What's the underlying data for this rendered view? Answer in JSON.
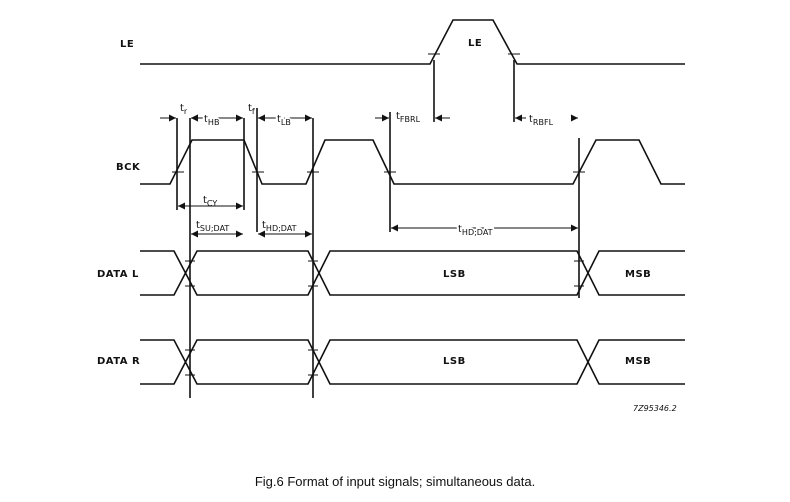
{
  "signals": {
    "le": "LE",
    "bck": "BCK",
    "data_l": "DATA L",
    "data_r": "DATA R"
  },
  "pulse_labels": {
    "le": "LE",
    "lsb": "LSB",
    "msb": "MSB"
  },
  "timing": {
    "tr": {
      "main": "t",
      "sub": "r"
    },
    "tf": {
      "main": "t",
      "sub": "f"
    },
    "thb": {
      "main": "t",
      "sub": "HB"
    },
    "tlb": {
      "main": "t",
      "sub": "LB"
    },
    "tcy": {
      "main": "t",
      "sub": "CY"
    },
    "tsudat": {
      "main": "t",
      "sub": "SU;DAT"
    },
    "thddat": {
      "main": "t",
      "sub": "HD;DAT"
    },
    "tfbrl": {
      "main": "t",
      "sub": "FBRL"
    },
    "trbfl": {
      "main": "t",
      "sub": "RBFL"
    }
  },
  "reference": "7Z95346.2",
  "caption": "Fig.6  Format of input signals; simultaneous data."
}
